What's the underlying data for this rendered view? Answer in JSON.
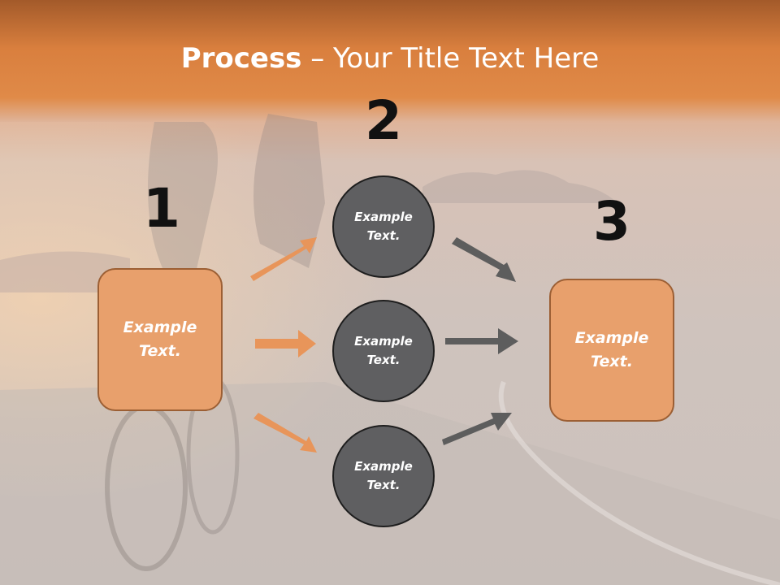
{
  "title": {
    "bold": "Process",
    "rest": " – Your Title Text Here"
  },
  "steps": [
    {
      "number": "1",
      "box_text": "Example Text."
    },
    {
      "number": "2",
      "circles": [
        "Example Text.",
        "Example Text.",
        "Example Text."
      ]
    },
    {
      "number": "3",
      "box_text": "Example Text."
    }
  ],
  "colors": {
    "header": "#d97f3e",
    "box_fill": "#e8a06c",
    "circle_fill": "#5f5f61",
    "orange_arrow": "#e8955a",
    "gray_arrow": "#5d5d5d"
  },
  "background_image": "cyclist-sunset-road"
}
